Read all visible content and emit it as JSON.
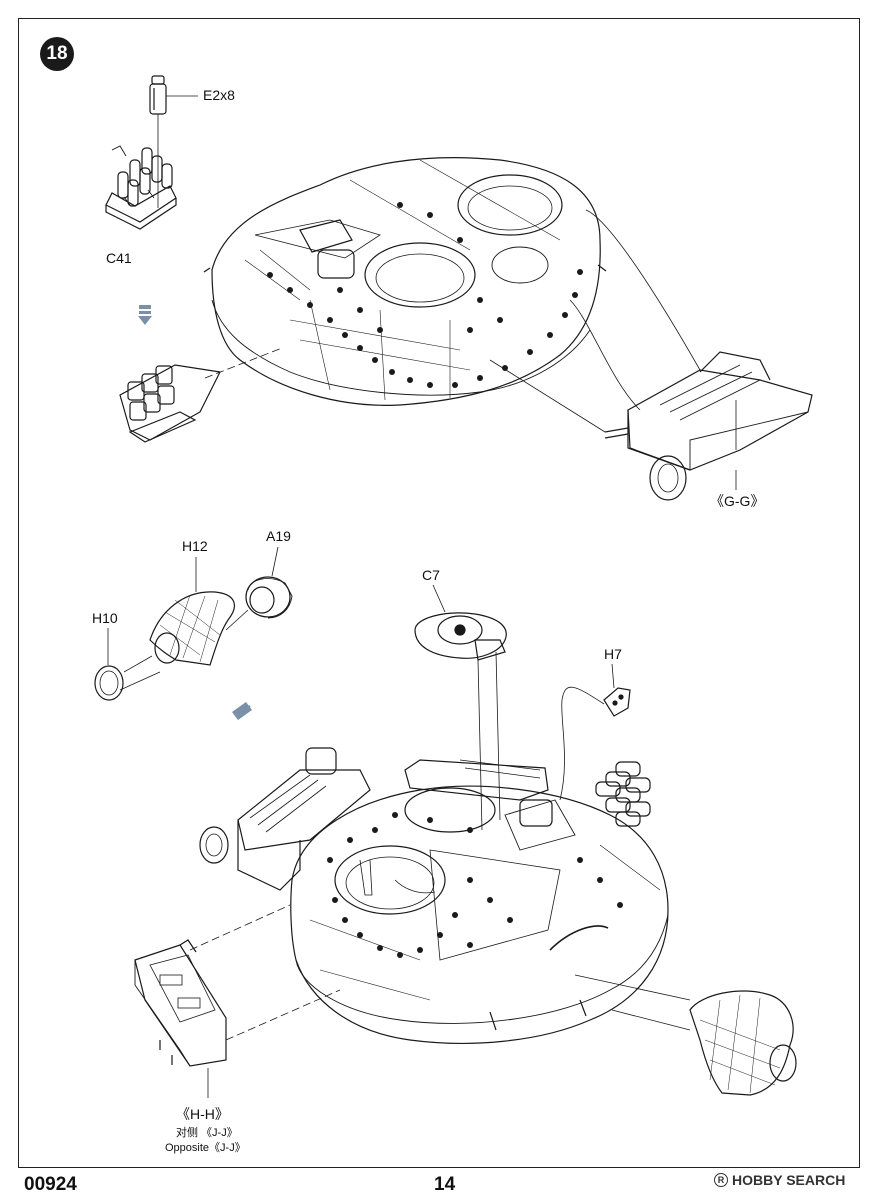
{
  "step": "18",
  "labels": {
    "e2x8": "E2x8",
    "c41": "C41",
    "gg": "《G-G》",
    "h12": "H12",
    "a19": "A19",
    "h10": "H10",
    "c7": "C7",
    "h7": "H7",
    "hh": "《H-H》",
    "jj_cn": "对侧 《J-J》",
    "jj_en": "Opposite《J-J》"
  },
  "footer": {
    "code": "00924",
    "page": "14",
    "watermark": "HOBBY SEARCH",
    "watermark_mark": "R"
  }
}
